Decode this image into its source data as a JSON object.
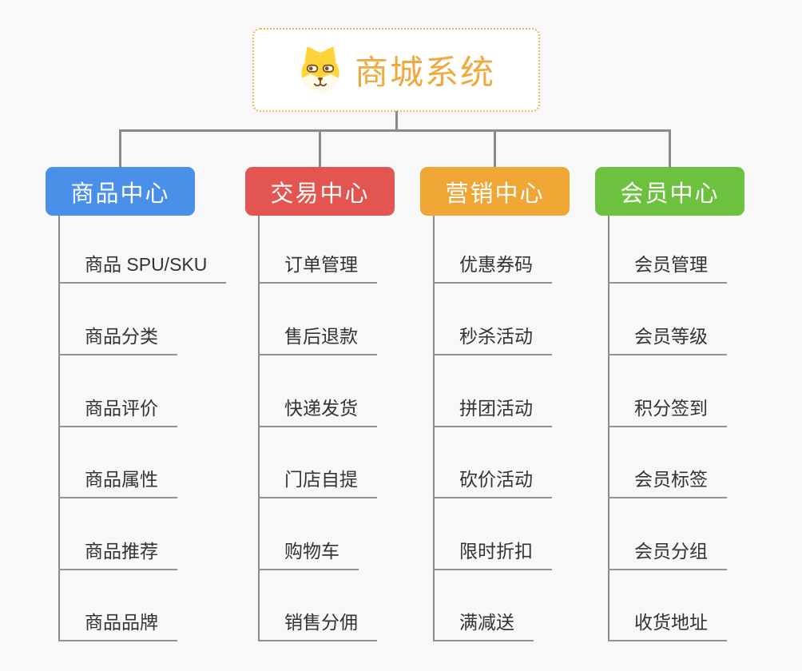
{
  "root": {
    "title": "商城系统",
    "icon": "shiba-dog-icon",
    "title_color": "#f0a93d",
    "border_color": "#f2b558"
  },
  "connector_color": "#8a8a8a",
  "background_color": "#f8f8f8",
  "branches": [
    {
      "label": "商品中心",
      "color": "#4a90e8",
      "children": [
        "商品 SPU/SKU",
        "商品分类",
        "商品评价",
        "商品属性",
        "商品推荐",
        "商品品牌"
      ]
    },
    {
      "label": "交易中心",
      "color": "#e25550",
      "children": [
        "订单管理",
        "售后退款",
        "快递发货",
        "门店自提",
        "购物车",
        "销售分佣"
      ]
    },
    {
      "label": "营销中心",
      "color": "#f0a634",
      "children": [
        "优惠券码",
        "秒杀活动",
        "拼团活动",
        "砍价活动",
        "限时折扣",
        "满减送"
      ]
    },
    {
      "label": "会员中心",
      "color": "#6cc13f",
      "children": [
        "会员管理",
        "会员等级",
        "积分签到",
        "会员标签",
        "会员分组",
        "收货地址"
      ]
    }
  ]
}
